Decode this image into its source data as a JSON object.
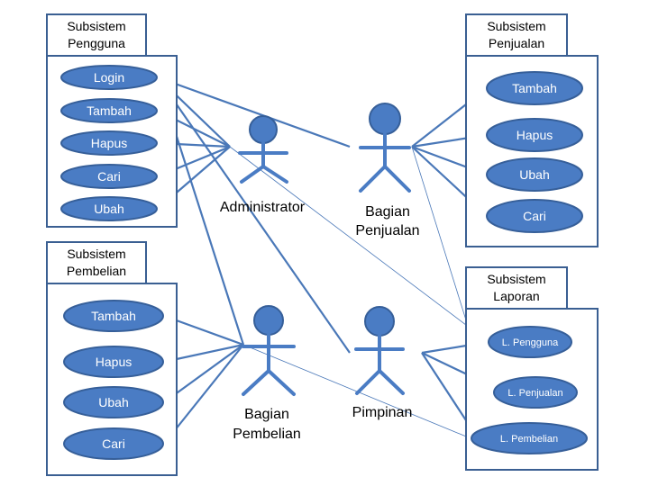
{
  "subsystems": {
    "pengguna": {
      "title_line1": "Subsistem",
      "title_line2": "Pengguna",
      "usecases": [
        "Login",
        "Tambah",
        "Hapus",
        "Cari",
        "Ubah"
      ]
    },
    "penjualan": {
      "title_line1": "Subsistem",
      "title_line2": "Penjualan",
      "usecases": [
        "Tambah",
        "Hapus",
        "Ubah",
        "Cari"
      ]
    },
    "pembelian": {
      "title_line1": "Subsistem",
      "title_line2": "Pembelian",
      "usecases": [
        "Tambah",
        "Hapus",
        "Ubah",
        "Cari"
      ]
    },
    "laporan": {
      "title_line1": "Subsistem",
      "title_line2": "Laporan",
      "usecases": [
        "L. Pengguna",
        "L. Penjualan",
        "L. Pembelian"
      ]
    }
  },
  "actors": {
    "administrator": {
      "line1": "Administrator"
    },
    "bagian_penjualan": {
      "line1": "Bagian",
      "line2": "Penjualan"
    },
    "bagian_pembelian": {
      "line1": "Bagian",
      "line2": "Pembelian"
    },
    "pimpinan": {
      "line1": "Pimpinan"
    }
  },
  "colors": {
    "usecase_fill": "#4a7cc4",
    "border": "#3a5f92",
    "line": "#4a78b8"
  }
}
